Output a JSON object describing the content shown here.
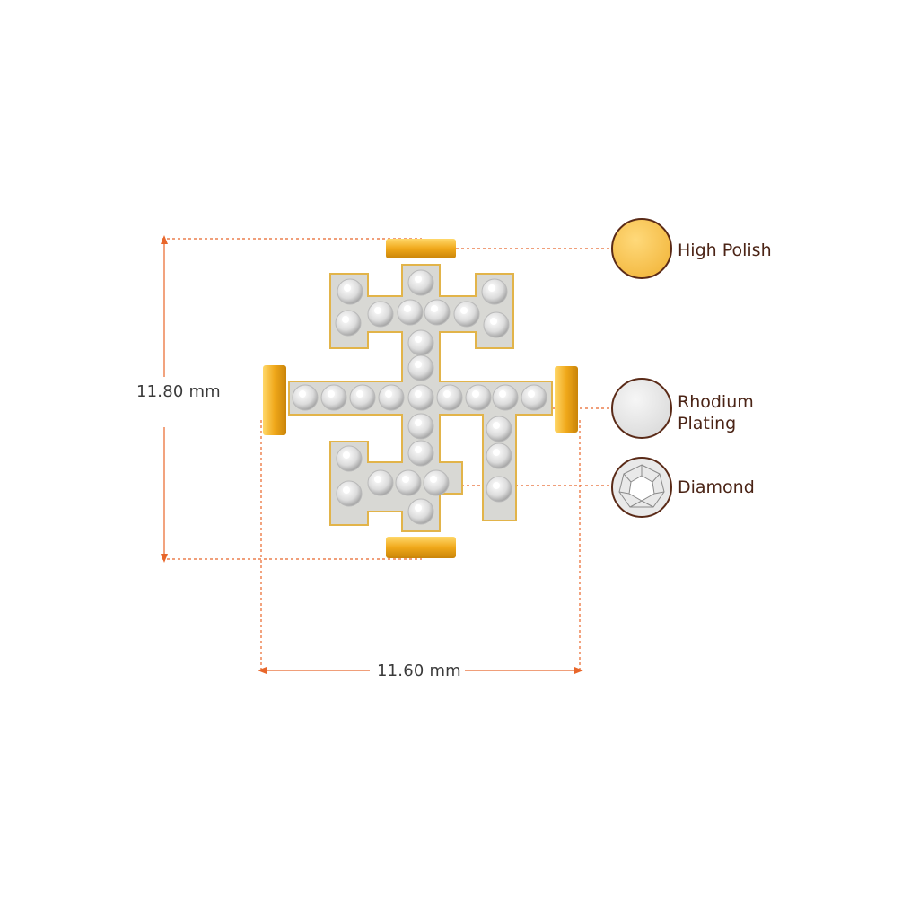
{
  "dimensions": {
    "height_label": "11.80 mm",
    "width_label": "11.60 mm"
  },
  "legend": {
    "high_polish": "High Polish",
    "rhodium_plating": "Rhodium Plating",
    "diamond": "Diamond"
  },
  "colors": {
    "dimension_line": "#e8662a",
    "gold": "#f4b62c",
    "gold_swatch": "#f7c85a",
    "rhodium_swatch": "#e8e8e8",
    "swatch_border": "#5a2a17",
    "label_text": "#4b2416"
  }
}
